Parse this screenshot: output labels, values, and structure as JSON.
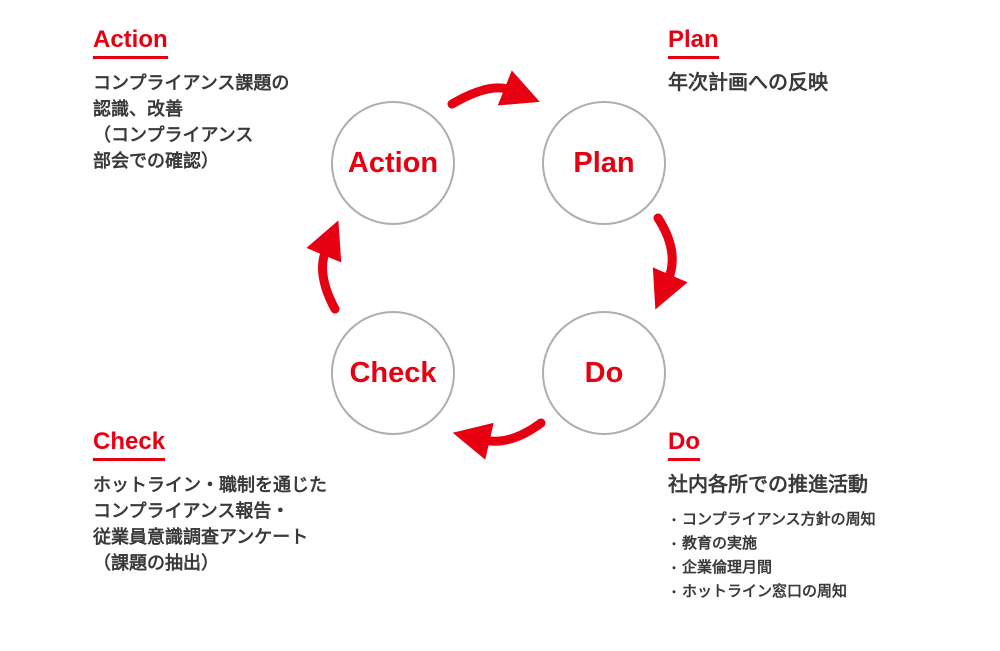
{
  "colors": {
    "accent_red": "#e60012",
    "body_text": "#3a3a3a",
    "circle_border": "#aeaeae"
  },
  "cycle": {
    "action": {
      "label": "Action"
    },
    "plan": {
      "label": "Plan"
    },
    "do": {
      "label": "Do"
    },
    "check": {
      "label": "Check"
    }
  },
  "sections": {
    "action": {
      "heading": "Action",
      "lines": [
        "コンプライアンス課題の",
        "認識、改善",
        "（コンプライアンス",
        "部会での確認）"
      ]
    },
    "plan": {
      "heading": "Plan",
      "lines": [
        "年次計画への反映"
      ]
    },
    "check": {
      "heading": "Check",
      "lines": [
        "ホットライン・職制を通じた",
        "コンプライアンス報告・",
        "従業員意識調査アンケート",
        "（課題の抽出）"
      ]
    },
    "do": {
      "heading": "Do",
      "title": "社内各所での推進活動",
      "bullet_char": "・",
      "bullets": [
        "コンプライアンス方針の周知",
        "教育の実施",
        "企業倫理月間",
        "ホットライン窓口の周知"
      ]
    }
  }
}
